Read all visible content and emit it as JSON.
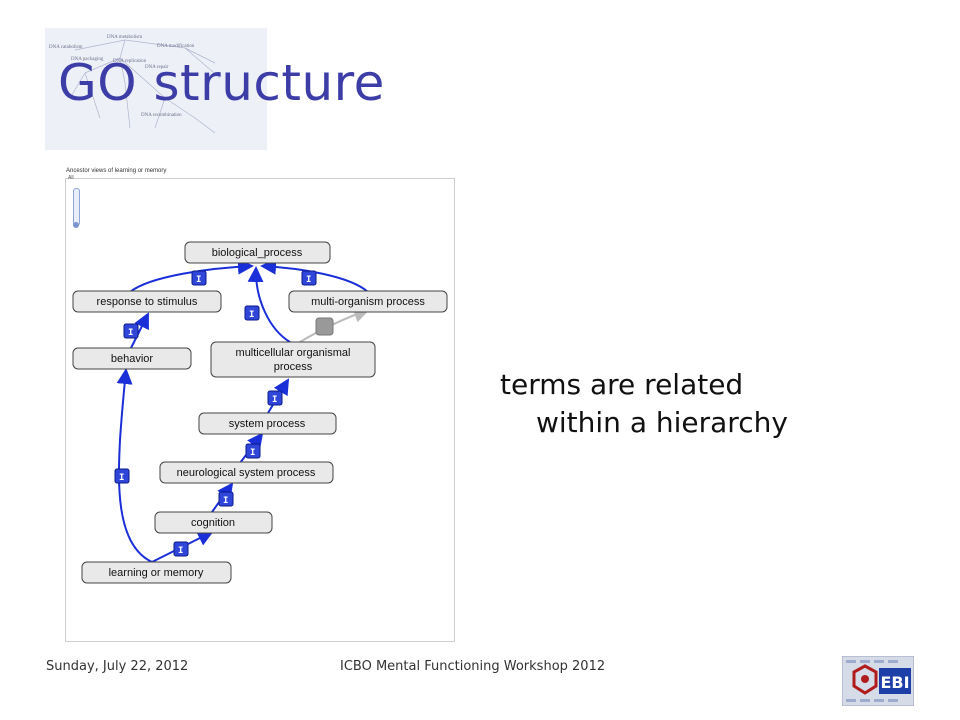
{
  "slide": {
    "title": "GO structure",
    "bullet_line1": "terms are related",
    "bullet_line2": "within a hierarchy"
  },
  "panel": {
    "caption": "Ancestor views of learning or memory",
    "subcaption": "All"
  },
  "graph": {
    "badge_label": "I",
    "nodes": {
      "biological_process": "biological_process",
      "response_to_stimulus": "response to stimulus",
      "multi_organism_process": "multi-organism process",
      "behavior": "behavior",
      "multicellular_line1": "multicellular organismal",
      "multicellular_line2": "process",
      "system_process": "system process",
      "neurological_system_process": "neurological system process",
      "cognition": "cognition",
      "learning_or_memory": "learning or memory"
    },
    "colors": {
      "is_a_edge": "#1a2fd8",
      "badge_fill": "#2f46d8",
      "regulates_edge": "#bbbbbb",
      "node_fill": "#e9e9e9",
      "node_border": "#444444"
    }
  },
  "background_thumbnail": {
    "labels": [
      "DNA metabolism",
      "DNA modification",
      "DNA catabolism",
      "DNA packaging",
      "DNA replication",
      "DNA repair",
      "DNA recombination"
    ]
  },
  "footer": {
    "date": "Sunday, July 22, 2012",
    "event": "ICBO Mental Functioning Workshop 2012",
    "logo_text": "EBI"
  },
  "theme": {
    "title_color": "#3d3da8"
  }
}
